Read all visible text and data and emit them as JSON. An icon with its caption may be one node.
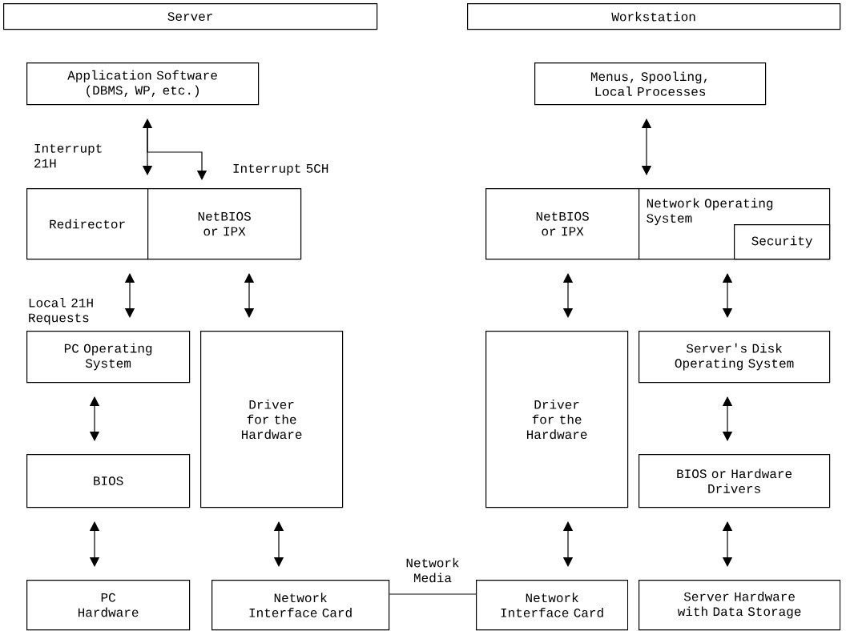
{
  "diagram": {
    "nodes": [
      {
        "text": [
          "Server"
        ]
      },
      {
        "text": [
          "Workstation"
        ]
      },
      {
        "text": [
          "Application Software (DBMS, WP, etc.)"
        ]
      },
      {
        "text": [
          "Menus, Spooling, Local Processes"
        ]
      },
      {
        "text": [
          "Redirector"
        ]
      },
      {
        "text": [
          "NetBIOS or IPX"
        ]
      },
      {
        "text": [
          "NetBIOS or IPX"
        ]
      },
      {
        "text": [
          "Network Operating System"
        ]
      },
      {
        "text": [
          "Security"
        ],
        "in": 7
      },
      {
        "text": [
          "PC Operating System"
        ]
      },
      {
        "text": [
          "Driver for the Hardware"
        ]
      },
      {
        "text": [
          "Driver for the Hardware"
        ]
      },
      {
        "text": [
          "Server's Disk Operating System"
        ]
      },
      {
        "text": [
          "BIOS"
        ]
      },
      {
        "text": [
          "BIOS or Hardware Drivers"
        ]
      },
      {
        "text": [
          "PC Hardware"
        ]
      },
      {
        "text": [
          "Network Interface Card"
        ]
      },
      {
        "text": [
          "Network Interface Card"
        ]
      },
      {
        "text": [
          "Server Hardware with Data Storage"
        ]
      }
    ],
    "edges": [
      {
        "from": 2,
        "to": 4,
        "arrow": "both",
        "label": "Interrupt 21H"
      },
      {
        "from": 2,
        "to": 5,
        "arrow": "to",
        "label": "Interrupt 5CH"
      },
      {
        "from": 3,
        "to": 7,
        "arrow": "both"
      },
      {
        "from": 4,
        "to": 9,
        "arrow": "both",
        "label": "Local 21H Requests"
      },
      {
        "from": 5,
        "to": 10,
        "arrow": "both"
      },
      {
        "from": 6,
        "to": 11,
        "arrow": "both"
      },
      {
        "from": 7,
        "to": 12,
        "arrow": "both"
      },
      {
        "from": 9,
        "to": 13,
        "arrow": "both"
      },
      {
        "from": 12,
        "to": 14,
        "arrow": "both"
      },
      {
        "from": 13,
        "to": 15,
        "arrow": "both"
      },
      {
        "from": 10,
        "to": 16,
        "arrow": "both"
      },
      {
        "from": 11,
        "to": 17,
        "arrow": "both"
      },
      {
        "from": 14,
        "to": 18,
        "arrow": "both"
      },
      {
        "from": 16,
        "to": 17,
        "arrow": "none",
        "label": "Network Media"
      }
    ]
  }
}
